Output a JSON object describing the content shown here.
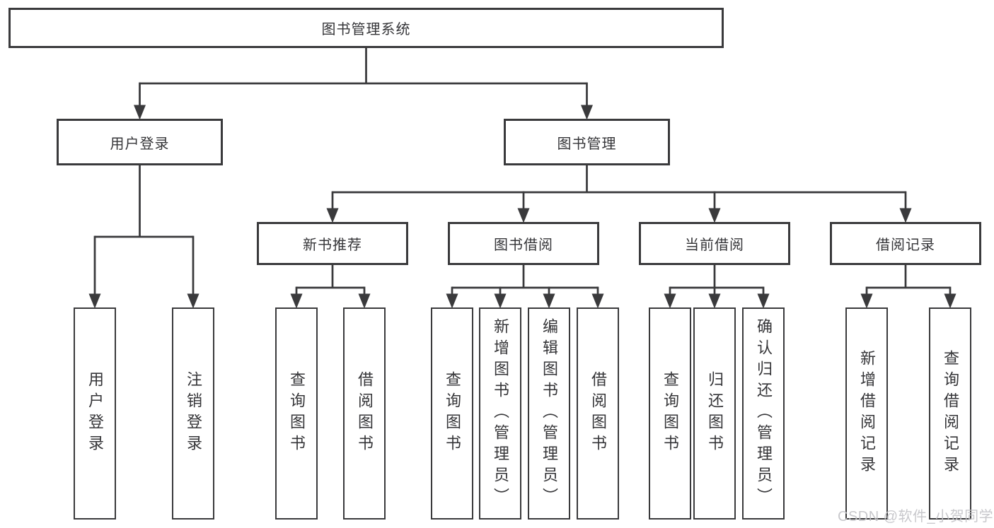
{
  "diagram": {
    "title": "图书管理系统",
    "nodes": [
      {
        "id": "library-system",
        "label": "图书管理系统",
        "level": 1,
        "children": [
          "user-login",
          "book-management"
        ]
      },
      {
        "id": "user-login",
        "label": "用户登录",
        "level": 2,
        "children": [
          "user-login-leaf",
          "logout"
        ]
      },
      {
        "id": "book-management",
        "label": "图书管理",
        "level": 2,
        "children": [
          "new-book-recommend",
          "book-borrowing",
          "current-borrowing",
          "borrowing-records"
        ]
      },
      {
        "id": "new-book-recommend",
        "label": "新书推荐",
        "level": 3,
        "children": [
          "recommend-query-books",
          "recommend-borrow-books"
        ]
      },
      {
        "id": "book-borrowing",
        "label": "图书借阅",
        "level": 3,
        "children": [
          "borrowing-query-books",
          "add-books-admin",
          "edit-books-admin",
          "borrowing-borrow-books"
        ]
      },
      {
        "id": "current-borrowing",
        "label": "当前借阅",
        "level": 3,
        "children": [
          "current-query-books",
          "return-books",
          "confirm-return-admin"
        ]
      },
      {
        "id": "borrowing-records",
        "label": "借阅记录",
        "level": 3,
        "children": [
          "add-borrow-record",
          "query-borrow-record"
        ]
      },
      {
        "id": "user-login-leaf",
        "label": "用户登录",
        "level": 4,
        "children": []
      },
      {
        "id": "logout",
        "label": "注销登录",
        "level": 4,
        "children": []
      },
      {
        "id": "recommend-query-books",
        "label": "查询图书",
        "level": 4,
        "children": []
      },
      {
        "id": "recommend-borrow-books",
        "label": "借阅图书",
        "level": 4,
        "children": []
      },
      {
        "id": "borrowing-query-books",
        "label": "查询图书",
        "level": 4,
        "children": []
      },
      {
        "id": "add-books-admin",
        "label": "新增图书（管理员）",
        "level": 4,
        "children": []
      },
      {
        "id": "edit-books-admin",
        "label": "编辑图书（管理员）",
        "level": 4,
        "children": []
      },
      {
        "id": "borrowing-borrow-books",
        "label": "借阅图书",
        "level": 4,
        "children": []
      },
      {
        "id": "current-query-books",
        "label": "查询图书",
        "level": 4,
        "children": []
      },
      {
        "id": "return-books",
        "label": "归还图书",
        "level": 4,
        "children": []
      },
      {
        "id": "confirm-return-admin",
        "label": "确认归还（管理员）",
        "level": 4,
        "children": []
      },
      {
        "id": "add-borrow-record",
        "label": "新增借阅记录",
        "level": 4,
        "children": []
      },
      {
        "id": "query-borrow-record",
        "label": "查询借阅记录",
        "level": 4,
        "children": []
      }
    ]
  },
  "watermark": {
    "text": "CSDN @软件_小贺同学"
  },
  "colors": {
    "line": "#3a3a3c",
    "box_border": "#3a3a3c",
    "text": "#353538",
    "background": "#ffffff",
    "watermark": "#c3c3c7"
  }
}
